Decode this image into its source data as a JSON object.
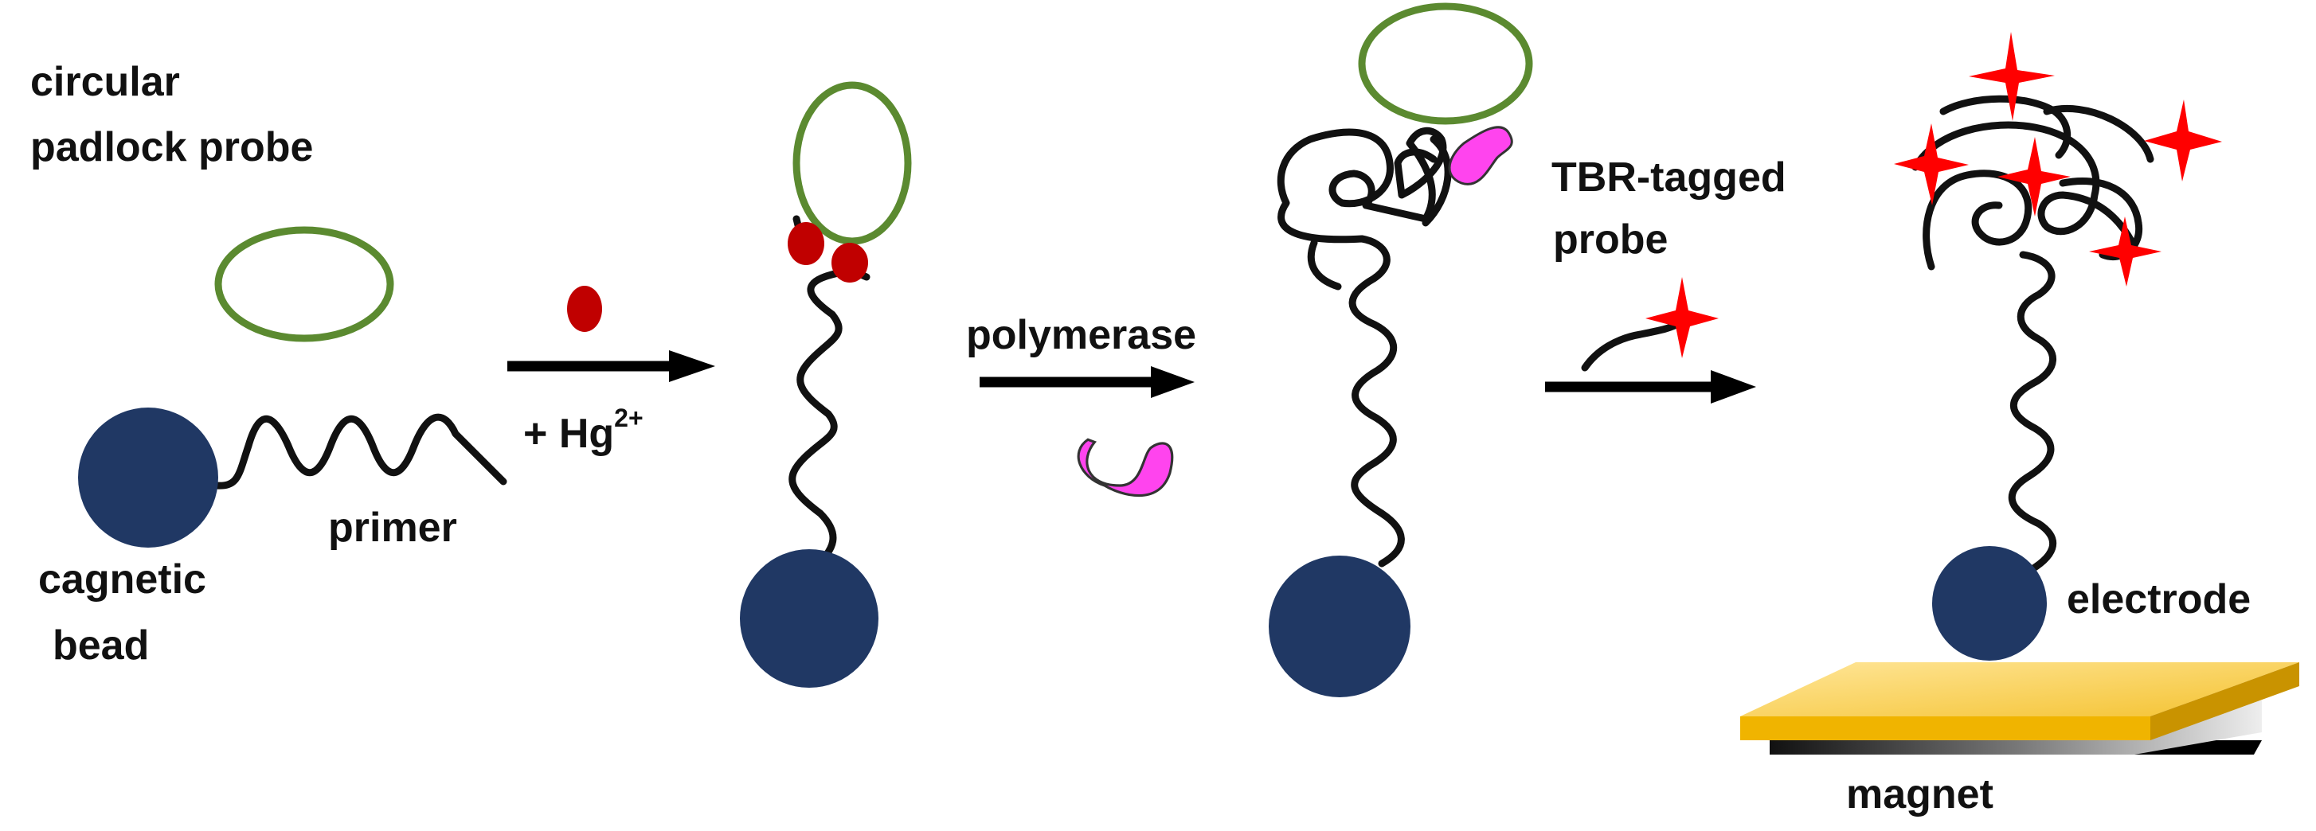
{
  "labels": {
    "circular_padlock_probe_line1": "circular",
    "circular_padlock_probe_line2": "padlock probe",
    "primer": "primer",
    "bead_line1": "cagnetic",
    "bead_line2": "bead",
    "mercury_prefix": "+ Hg",
    "mercury_charge": "2+",
    "polymerase": "polymerase",
    "tbr_line1": "TBR-tagged",
    "tbr_line2": "probe",
    "electrode": "electrode",
    "magnet": "magnet"
  },
  "colors": {
    "bead": "#203864",
    "padlock_probe": "#5b8a30",
    "mercury_ion": "#c00000",
    "polymerase": "#ff44ee",
    "tbr_star": "#ff0000",
    "electrode_top": "#ffd966",
    "strand": "#111111"
  },
  "icons": {
    "padlock": "green-ellipse",
    "bead": "navy-circle",
    "mercury": "red-dot",
    "polymerase": "magenta-kidney",
    "tbr": "red-four-point-star"
  }
}
